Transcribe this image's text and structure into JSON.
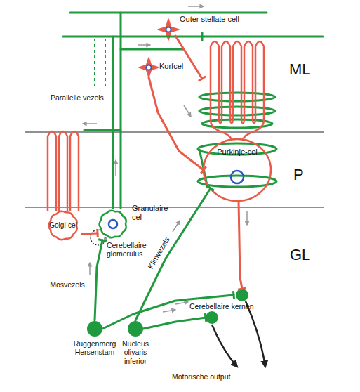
{
  "diagram": {
    "nodes": [
      {
        "text": [
          "Outer stellate cell"
        ]
      },
      {
        "text": [
          "Korfcel"
        ]
      },
      {
        "text": [
          "Purkinje-cel"
        ]
      },
      {
        "text": [
          "Golgi-cel"
        ]
      },
      {
        "text": [
          "Granulaire cel"
        ]
      },
      {
        "text": [
          "Cerebellaire kernen"
        ]
      },
      {
        "text": [
          "Ruggenmerg Hersenstam"
        ]
      },
      {
        "text": [
          "Nucleus olivaris inferior"
        ]
      }
    ],
    "edges": [
      {
        "from": 6,
        "to": 4,
        "arrow": "to",
        "label": "Mosvezels"
      },
      {
        "from": 6,
        "to": 5,
        "arrow": "to"
      },
      {
        "from": 7,
        "to": 2,
        "arrow": "to",
        "label": "Klimvezels"
      },
      {
        "from": 7,
        "to": 5,
        "arrow": "to"
      },
      {
        "from": 4,
        "to": 2,
        "arrow": "to"
      },
      {
        "from": 0,
        "to": 2,
        "arrow": "to"
      },
      {
        "from": 1,
        "to": 2,
        "arrow": "to"
      },
      {
        "from": 3,
        "to": 4,
        "arrow": "to"
      },
      {
        "from": 2,
        "to": 5,
        "arrow": "to"
      }
    ],
    "labels": [
      "ML",
      "P",
      "GL",
      "Parallelle vezels",
      "Cerebellaire glomerulus",
      "Motorische output"
    ]
  }
}
